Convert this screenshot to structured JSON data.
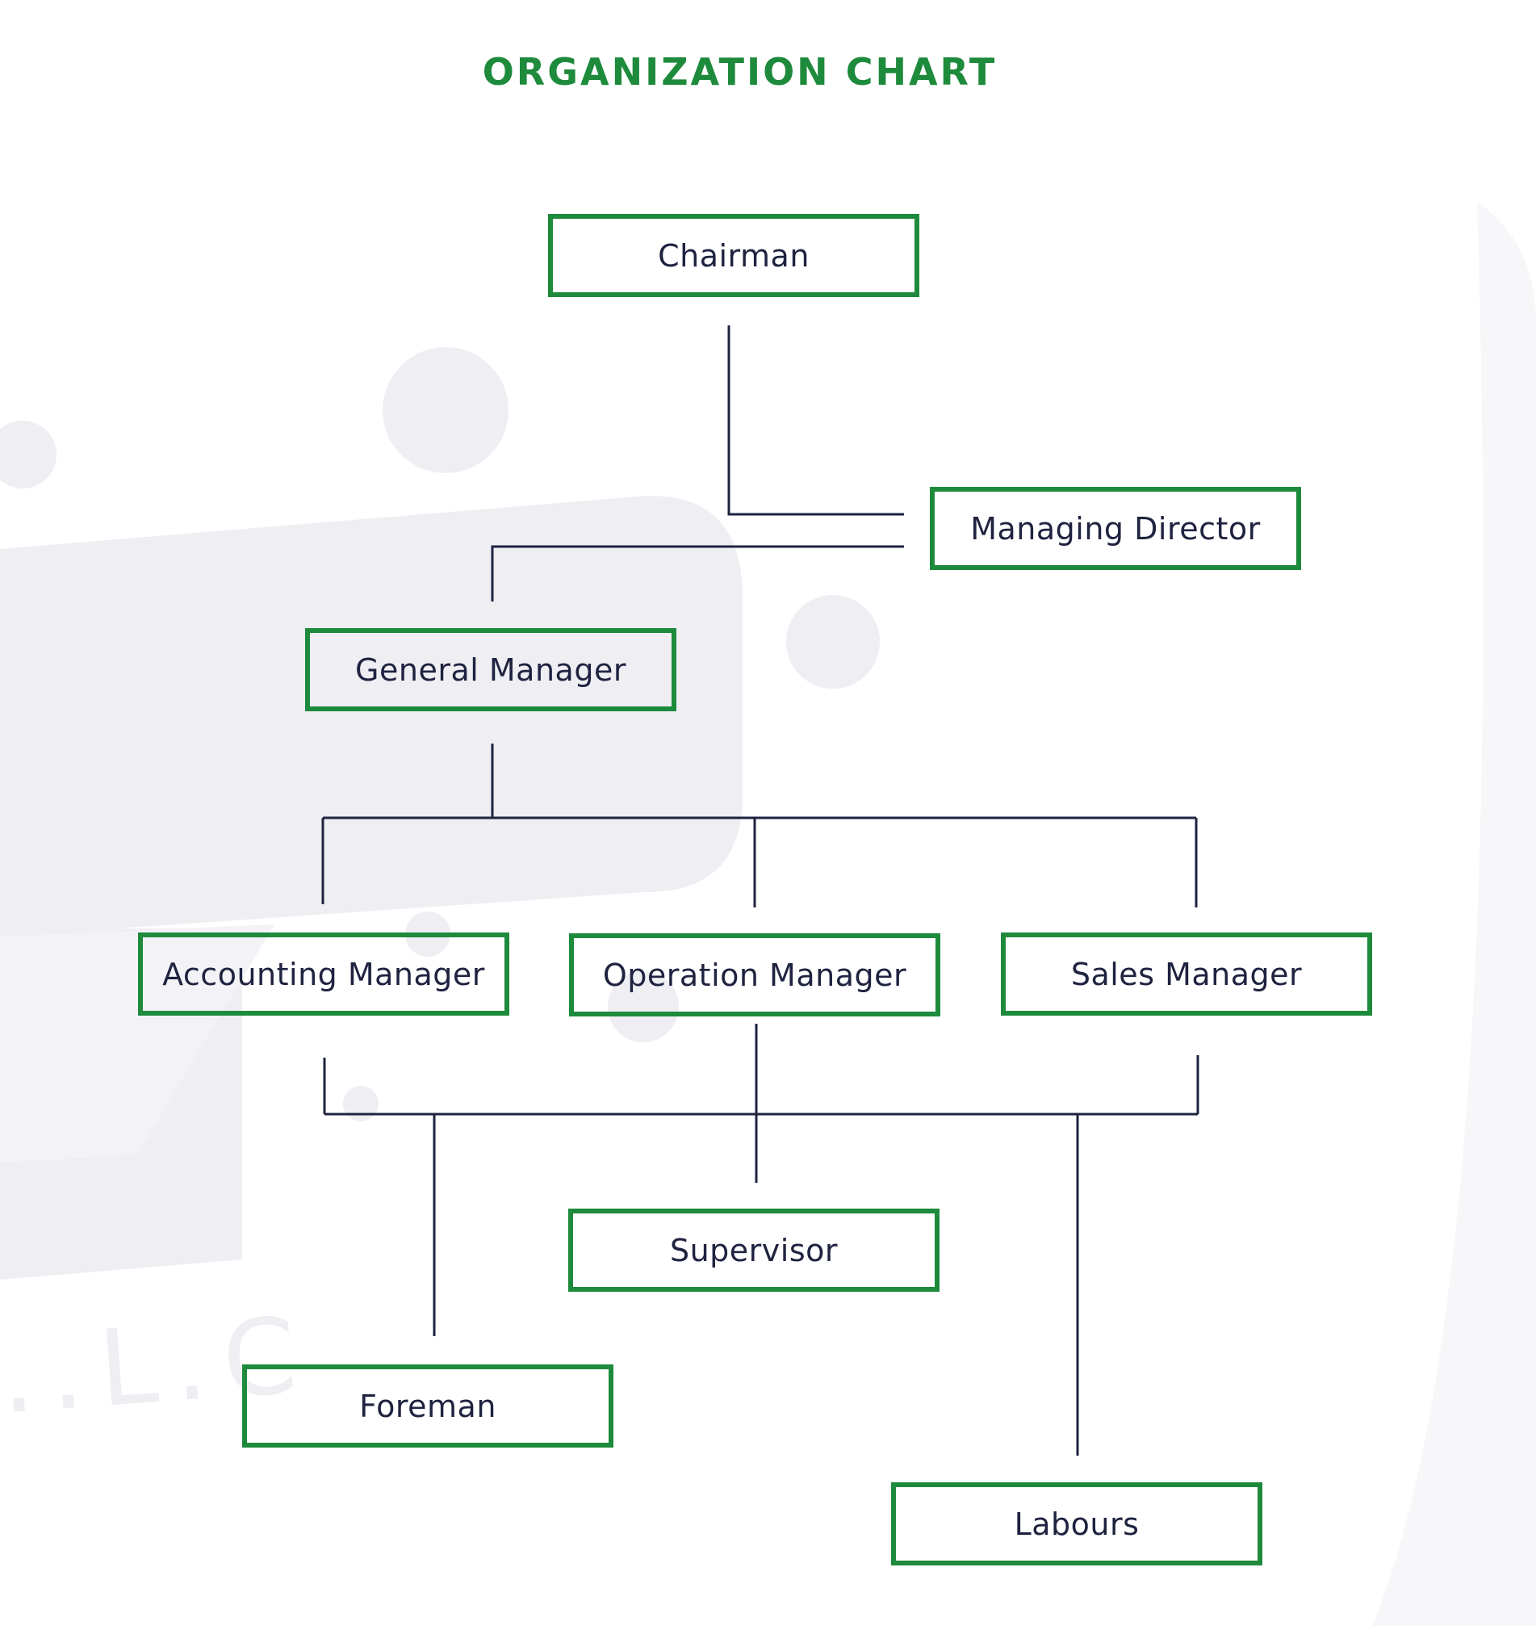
{
  "colors": {
    "accent": "#1e8a3c",
    "connector": "#1f2340",
    "watermark": "#eeeef3"
  },
  "title": "ORGANIZATION CHART",
  "watermark_text": "..L.C",
  "nodes": {
    "chairman": "Chairman",
    "managing_director": "Managing Director",
    "general_manager": "General Manager",
    "accounting_manager": "Accounting Manager",
    "operation_manager": "Operation Manager",
    "sales_manager": "Sales Manager",
    "supervisor": "Supervisor",
    "foreman": "Foreman",
    "labours": "Labours"
  }
}
